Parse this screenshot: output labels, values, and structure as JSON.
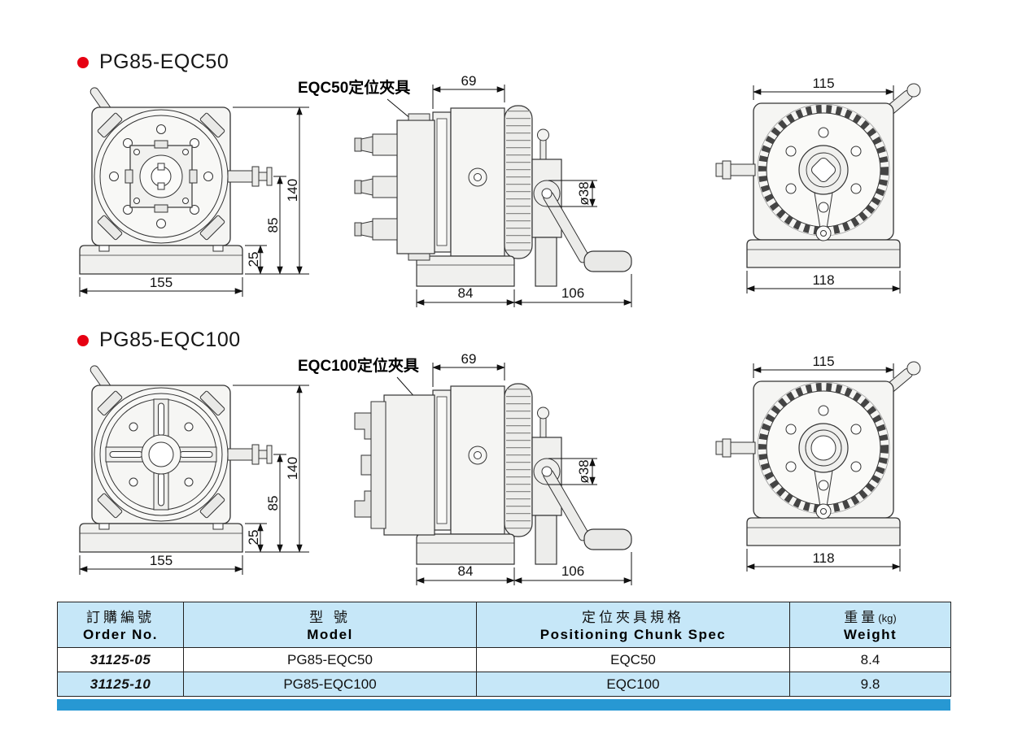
{
  "sections": [
    {
      "title": "PG85-EQC50",
      "chuck_label": "EQC50定位夾具",
      "dims": {
        "base_width": "155",
        "total_height": "140",
        "center_height": "85",
        "base_height": "25",
        "top_width": "69",
        "handle_dia": "ø38",
        "base_depth": "84",
        "handle_reach": "106",
        "rear_width": "115",
        "rear_base_width": "118"
      }
    },
    {
      "title": "PG85-EQC100",
      "chuck_label": "EQC100定位夾具",
      "dims": {
        "base_width": "155",
        "total_height": "140",
        "center_height": "85",
        "base_height": "25",
        "top_width": "69",
        "handle_dia": "ø38",
        "base_depth": "84",
        "handle_reach": "106",
        "rear_width": "115",
        "rear_base_width": "118"
      }
    }
  ],
  "table": {
    "headers": [
      {
        "zh": "訂購編號",
        "en": "Order No."
      },
      {
        "zh": "型 號",
        "en": "Model"
      },
      {
        "zh": "定位夾具規格",
        "en": "Positioning Chunk Spec"
      },
      {
        "zh": "重量",
        "unit": "(kg)",
        "en": "Weight"
      }
    ],
    "rows": [
      {
        "order_no": "31125-05",
        "model": "PG85-EQC50",
        "chuck_spec": "EQC50",
        "weight": "8.4"
      },
      {
        "order_no": "31125-10",
        "model": "PG85-EQC100",
        "chuck_spec": "EQC100",
        "weight": "9.8"
      }
    ]
  },
  "colors": {
    "accent_red": "#e60012",
    "table_header_bg": "#c6e7f8",
    "table_alt_row_bg": "#c6e7f8",
    "footer_bar": "#2798d3",
    "line": "#1a1a1a"
  }
}
